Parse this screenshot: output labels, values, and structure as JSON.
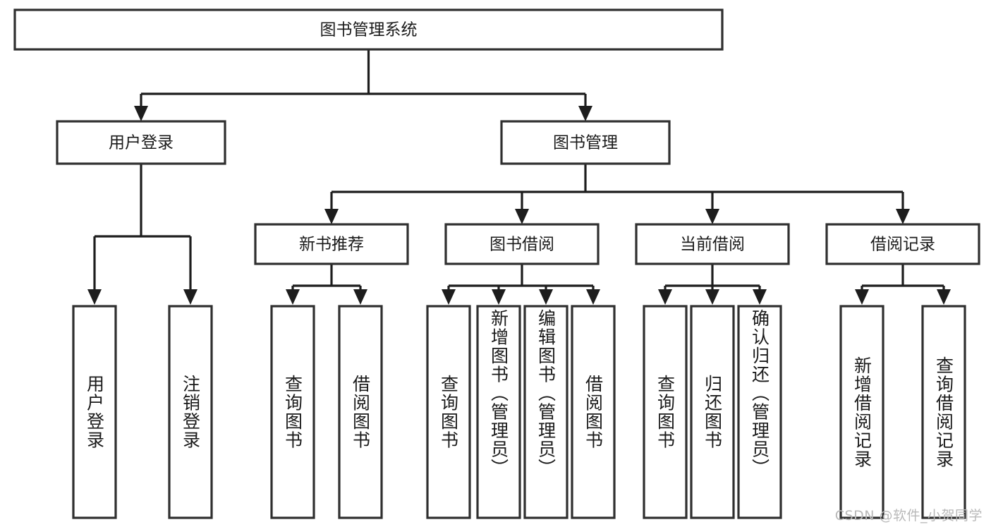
{
  "diagram": {
    "type": "tree-hierarchy",
    "title": "图书管理系统",
    "watermark": "CSDN @软件_小贺同学",
    "colors": {
      "box_stroke": "#2f2f2f",
      "connector": "#1d1d1d",
      "background": "#ffffff",
      "text": "#1a1a1a",
      "watermark": "#b9b9b9"
    },
    "root": {
      "label": "图书管理系统",
      "orientation": "horizontal"
    },
    "level2": [
      {
        "label": "用户登录",
        "orientation": "horizontal"
      },
      {
        "label": "图书管理",
        "orientation": "horizontal"
      }
    ],
    "level3": [
      {
        "label": "新书推荐",
        "orientation": "horizontal"
      },
      {
        "label": "图书借阅",
        "orientation": "horizontal"
      },
      {
        "label": "当前借阅",
        "orientation": "horizontal"
      },
      {
        "label": "借阅记录",
        "orientation": "horizontal"
      }
    ],
    "leaves": {
      "user_login": [
        {
          "label": "用户登录",
          "orientation": "vertical"
        },
        {
          "label": "注销登录",
          "orientation": "vertical"
        }
      ],
      "new_book_recommend": [
        {
          "label": "查询图书",
          "orientation": "vertical"
        },
        {
          "label": "借阅图书",
          "orientation": "vertical"
        }
      ],
      "book_borrow": [
        {
          "label": "查询图书",
          "orientation": "vertical"
        },
        {
          "label": "新增图书（管理员）",
          "orientation": "vertical"
        },
        {
          "label": "编辑图书（管理员）",
          "orientation": "vertical"
        },
        {
          "label": "借阅图书",
          "orientation": "vertical"
        }
      ],
      "current_borrow": [
        {
          "label": "查询图书",
          "orientation": "vertical"
        },
        {
          "label": "归还图书",
          "orientation": "vertical"
        },
        {
          "label": "确认归还（管理员）",
          "orientation": "vertical"
        }
      ],
      "borrow_record": [
        {
          "label": "新增借阅记录",
          "orientation": "vertical"
        },
        {
          "label": "查询借阅记录",
          "orientation": "vertical"
        }
      ]
    }
  }
}
